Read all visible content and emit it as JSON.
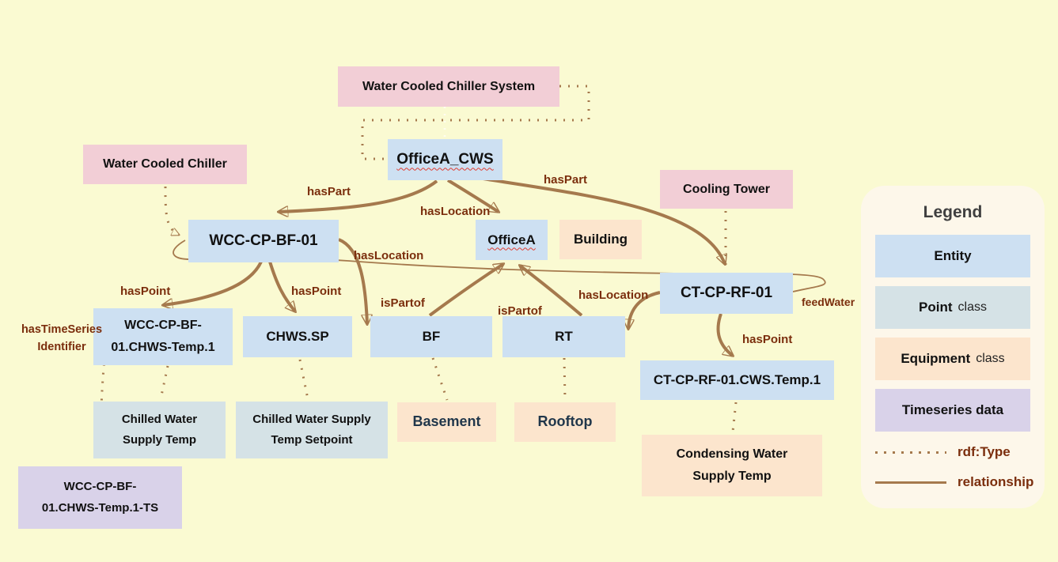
{
  "nodes": {
    "wccsClass": "Water Cooled Chiller System",
    "wccClass": "Water Cooled Chiller",
    "coolingTowerClass": "Cooling Tower",
    "officeaCws": "OfficeA_CWS",
    "wccCpBf01": "WCC-CP-BF-01",
    "officea": "OfficeA",
    "buildingClass": "Building",
    "ctCpRf01": "CT-CP-RF-01",
    "wccTempPoint": "WCC-CP-BF-01.CHWS-Temp.1",
    "chwsSp": "CHWS.SP",
    "bf": "BF",
    "rt": "RT",
    "ctTempPoint": "CT-CP-RF-01.CWS.Temp.1",
    "chilledWaterSupplyTemp": "Chilled Water Supply Temp",
    "chilledWaterSupplyTempSetpoint": "Chilled Water Supply Temp Setpoint",
    "basement": "Basement",
    "rooftop": "Rooftop",
    "condensingWaterSupplyTemp": "Condensing Water Supply Temp",
    "timeseriesNode": "WCC-CP-BF-01.CHWS-Temp.1-TS"
  },
  "edge_labels": {
    "hasPartLeft": "hasPart",
    "hasPartRight": "hasPart",
    "hasLocationCenter": "hasLocation",
    "hasLocationLeft": "hasLocation",
    "hasLocationRight": "hasLocation",
    "hasPointLeft": "hasPoint",
    "hasPointCenter": "hasPoint",
    "hasPointRight": "hasPoint",
    "isPartofLeft": "isPartof",
    "isPartofRight": "isPartof",
    "hasTimeSeriesLine1": "hasTimeSeries",
    "hasTimeSeriesLine2": "Identifier",
    "feedWater": "feedWater"
  },
  "legend": {
    "title": "Legend",
    "entity": "Entity",
    "pointBold": "Point",
    "pointRest": "class",
    "equipmentBold": "Equipment",
    "equipmentRest": "class",
    "timeseries": "Timeseries data",
    "rdfType": "rdf:Type",
    "relationship": "relationship"
  },
  "colors": {
    "bg": "#fafad2",
    "entity": "#cde0f2",
    "classPink": "#f2ced6",
    "pointTeal": "#d5e2e6",
    "equipPeach": "#fce5cd",
    "tsPurple": "#d9d2e9",
    "edge": "#a5794d",
    "labelink": "#7b2e0d",
    "legendBg": "#fdf7ea",
    "navy": "#21374b",
    "wavy": "#e03c31"
  }
}
